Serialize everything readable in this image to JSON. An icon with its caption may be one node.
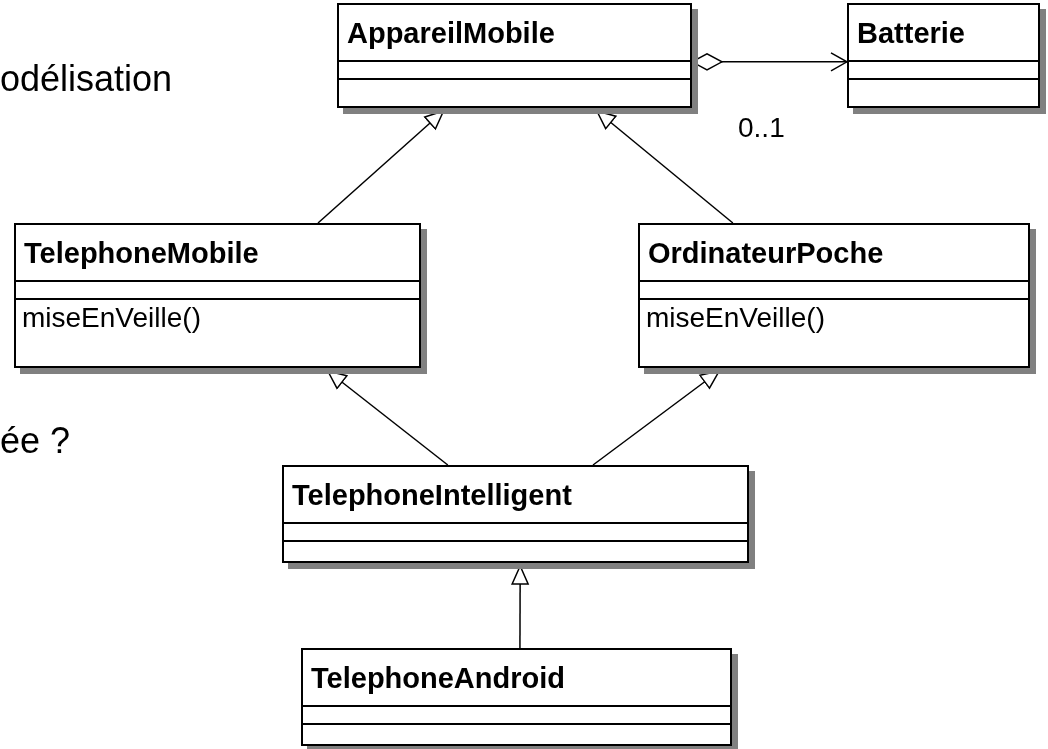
{
  "diagram": {
    "nodes": [
      {
        "text": [
          "AppareilMobile"
        ]
      },
      {
        "text": [
          "Batterie"
        ]
      },
      {
        "text": [
          "TelephoneMobile",
          "miseEnVeille()"
        ]
      },
      {
        "text": [
          "OrdinateurPoche",
          "miseEnVeille()"
        ]
      },
      {
        "text": [
          "TelephoneIntelligent"
        ]
      },
      {
        "text": [
          "TelephoneAndroid"
        ]
      }
    ],
    "edges": [
      {
        "from": 0,
        "to": 1,
        "arrow": "to"
      },
      {
        "from": 2,
        "to": 0,
        "arrow": "to"
      },
      {
        "from": 3,
        "to": 0,
        "arrow": "to"
      },
      {
        "from": 4,
        "to": 2,
        "arrow": "to"
      },
      {
        "from": 4,
        "to": 3,
        "arrow": "to"
      },
      {
        "from": 5,
        "to": 4,
        "arrow": "to"
      }
    ],
    "labels": [
      "odélisation",
      "0..1",
      "ée ?"
    ]
  }
}
